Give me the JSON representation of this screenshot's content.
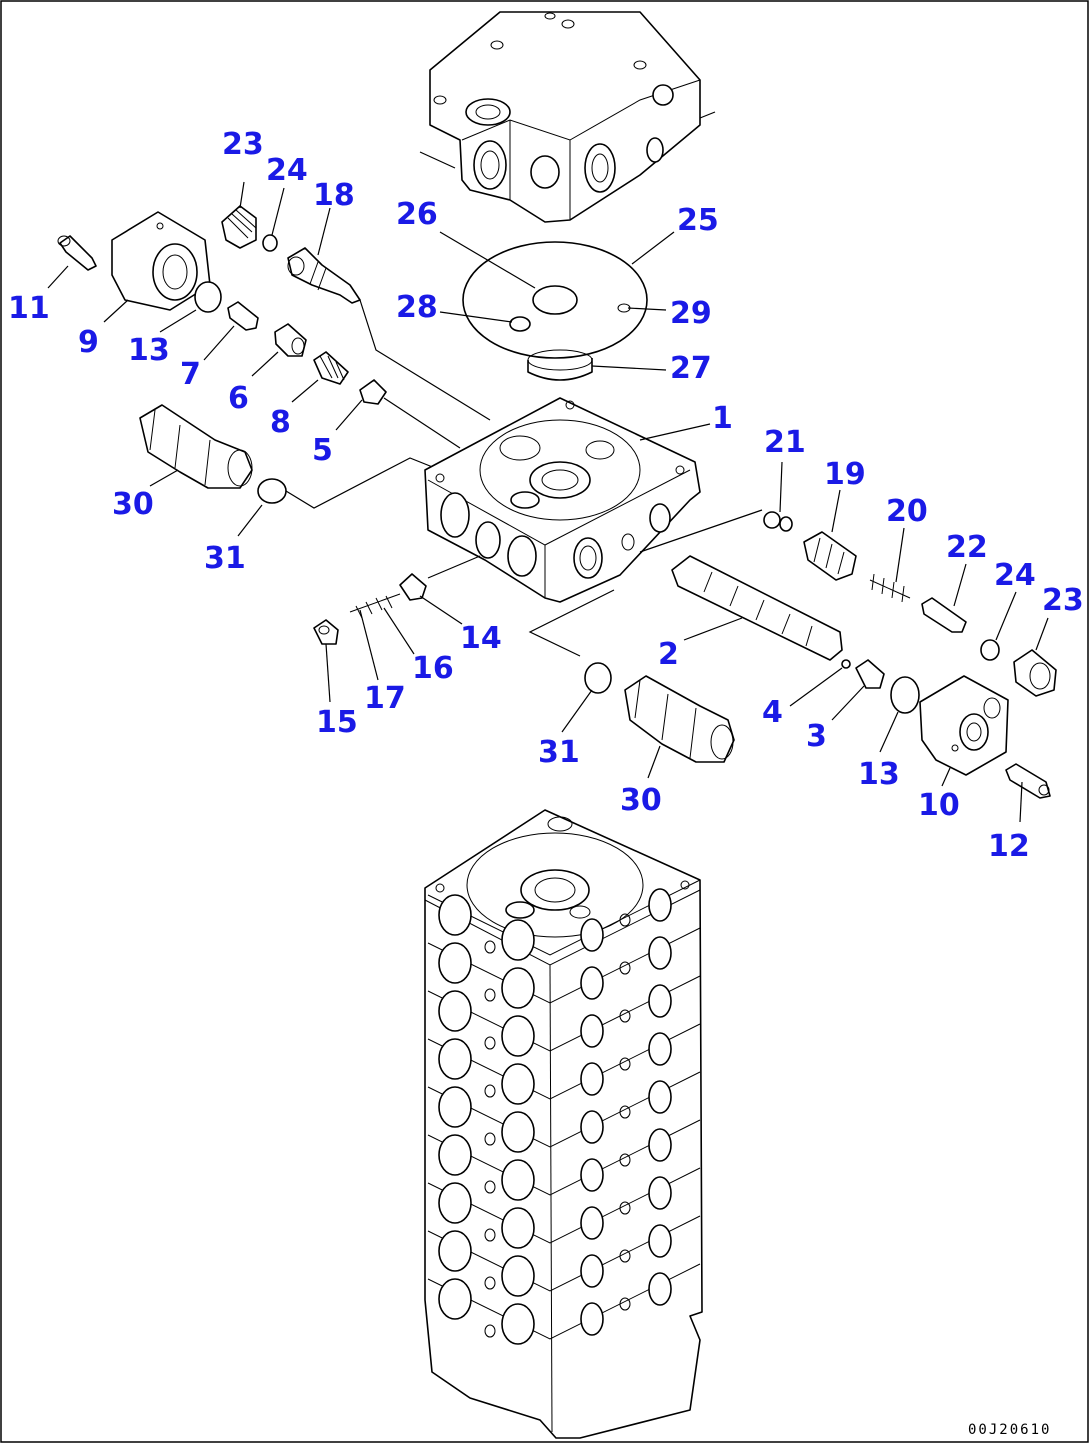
{
  "drawing_code": "00J20610",
  "callouts": {
    "c1": "1",
    "c2": "2",
    "c3": "3",
    "c4": "4",
    "c5": "5",
    "c6": "6",
    "c7": "7",
    "c8": "8",
    "c9": "9",
    "c10": "10",
    "c11": "11",
    "c12": "12",
    "c13a": "13",
    "c13b": "13",
    "c14": "14",
    "c15": "15",
    "c16": "16",
    "c17": "17",
    "c18": "18",
    "c19": "19",
    "c20": "20",
    "c21": "21",
    "c22": "22",
    "c23a": "23",
    "c23b": "23",
    "c24a": "24",
    "c24b": "24",
    "c25": "25",
    "c26": "26",
    "c27": "27",
    "c28": "28",
    "c29": "29",
    "c30a": "30",
    "c30b": "30",
    "c31a": "31",
    "c31b": "31"
  },
  "colors": {
    "callout": "#1a1ae6",
    "linework": "#000000"
  }
}
